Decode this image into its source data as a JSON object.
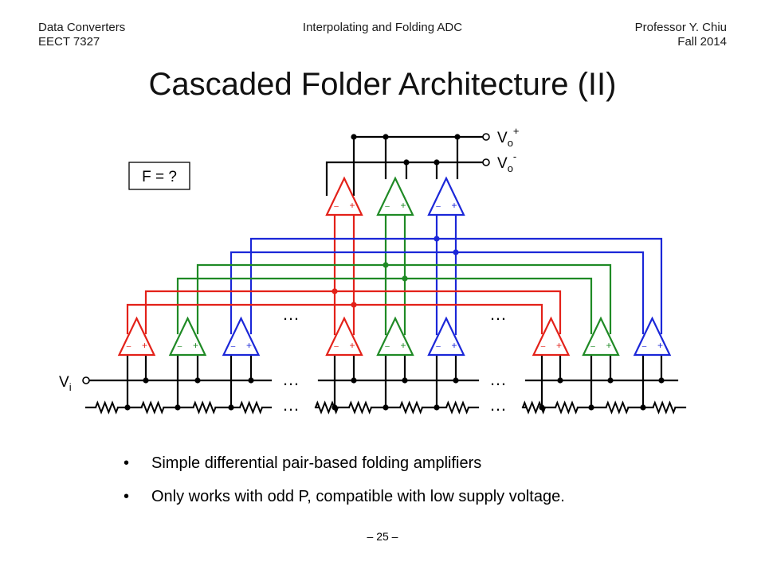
{
  "header": {
    "left": [
      "Data Converters",
      "EECT 7327"
    ],
    "center": "Interpolating and Folding ADC",
    "right": [
      "Professor Y. Chiu",
      "Fall 2014"
    ]
  },
  "title": "Cascaded Folder Architecture (II)",
  "diagram": {
    "question_box": "F = ?",
    "outputs": {
      "vo_plus": {
        "base": "V",
        "sub": "o",
        "sup": "+"
      },
      "vo_minus": {
        "base": "V",
        "sub": "o",
        "sup": "-"
      }
    },
    "input": {
      "base": "V",
      "sub": "i"
    },
    "amp_signs": {
      "minus": "–",
      "plus": "+"
    },
    "ellipsis": "…",
    "colors": {
      "red": "#e32119",
      "green": "#1f8a25",
      "blue": "#1b27d8",
      "black": "#000000"
    }
  },
  "bullets": [
    "Simple differential pair-based folding amplifiers",
    "Only works with odd P, compatible with low supply voltage."
  ],
  "page_number": "– 25 –"
}
